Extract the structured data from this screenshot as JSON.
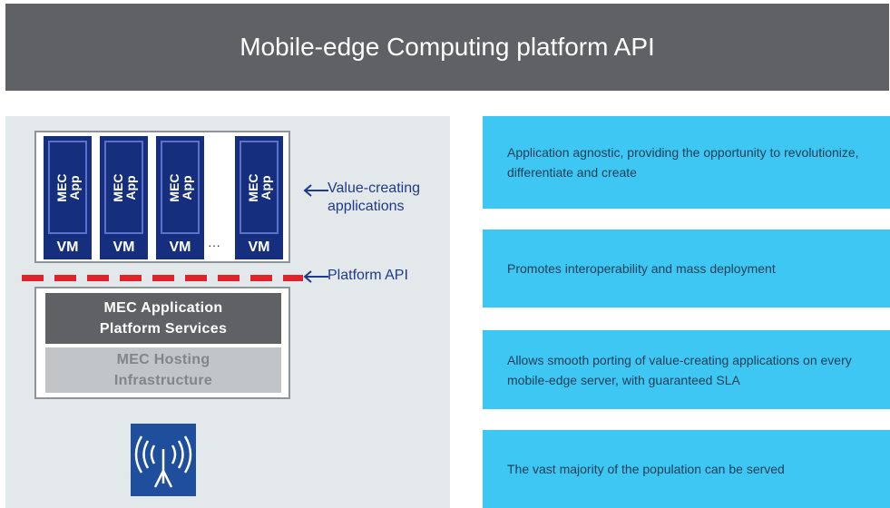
{
  "header": {
    "title": "Mobile-edge Computing platform API"
  },
  "diagram": {
    "vm_columns": [
      {
        "app_line1": "MEC",
        "app_line2": "App",
        "vm_label": "VM"
      },
      {
        "app_line1": "MEC",
        "app_line2": "App",
        "vm_label": "VM"
      },
      {
        "app_line1": "MEC",
        "app_line2": "App",
        "vm_label": "VM"
      },
      {
        "app_line1": "MEC",
        "app_line2": "App",
        "vm_label": "VM"
      }
    ],
    "ellipsis": "···",
    "value_creating_label_line1": "Value-creating",
    "value_creating_label_line2": "applications",
    "platform_api_label": "Platform API",
    "platform_services_line1": "MEC Application",
    "platform_services_line2": "Platform Services",
    "hosting_line1": "MEC Hosting",
    "hosting_line2": "Infrastructure",
    "antenna_icon": "radio-tower-icon",
    "colors": {
      "vm_blue": "#152f7e",
      "dash_red": "#e0242b",
      "services_gray": "#5f6164",
      "hosting_gray": "#c1c5c8",
      "info_cyan": "#3dc7f2"
    }
  },
  "info": [
    {
      "text": "Application agnostic, providing the opportunity to revolutionize, differentiate and create"
    },
    {
      "text": "Promotes interoperability and mass deployment"
    },
    {
      "text": "Allows smooth porting of value-creating applications on every mobile-edge server, with guaranteed SLA"
    },
    {
      "text": "The vast majority of the population can be served"
    }
  ]
}
